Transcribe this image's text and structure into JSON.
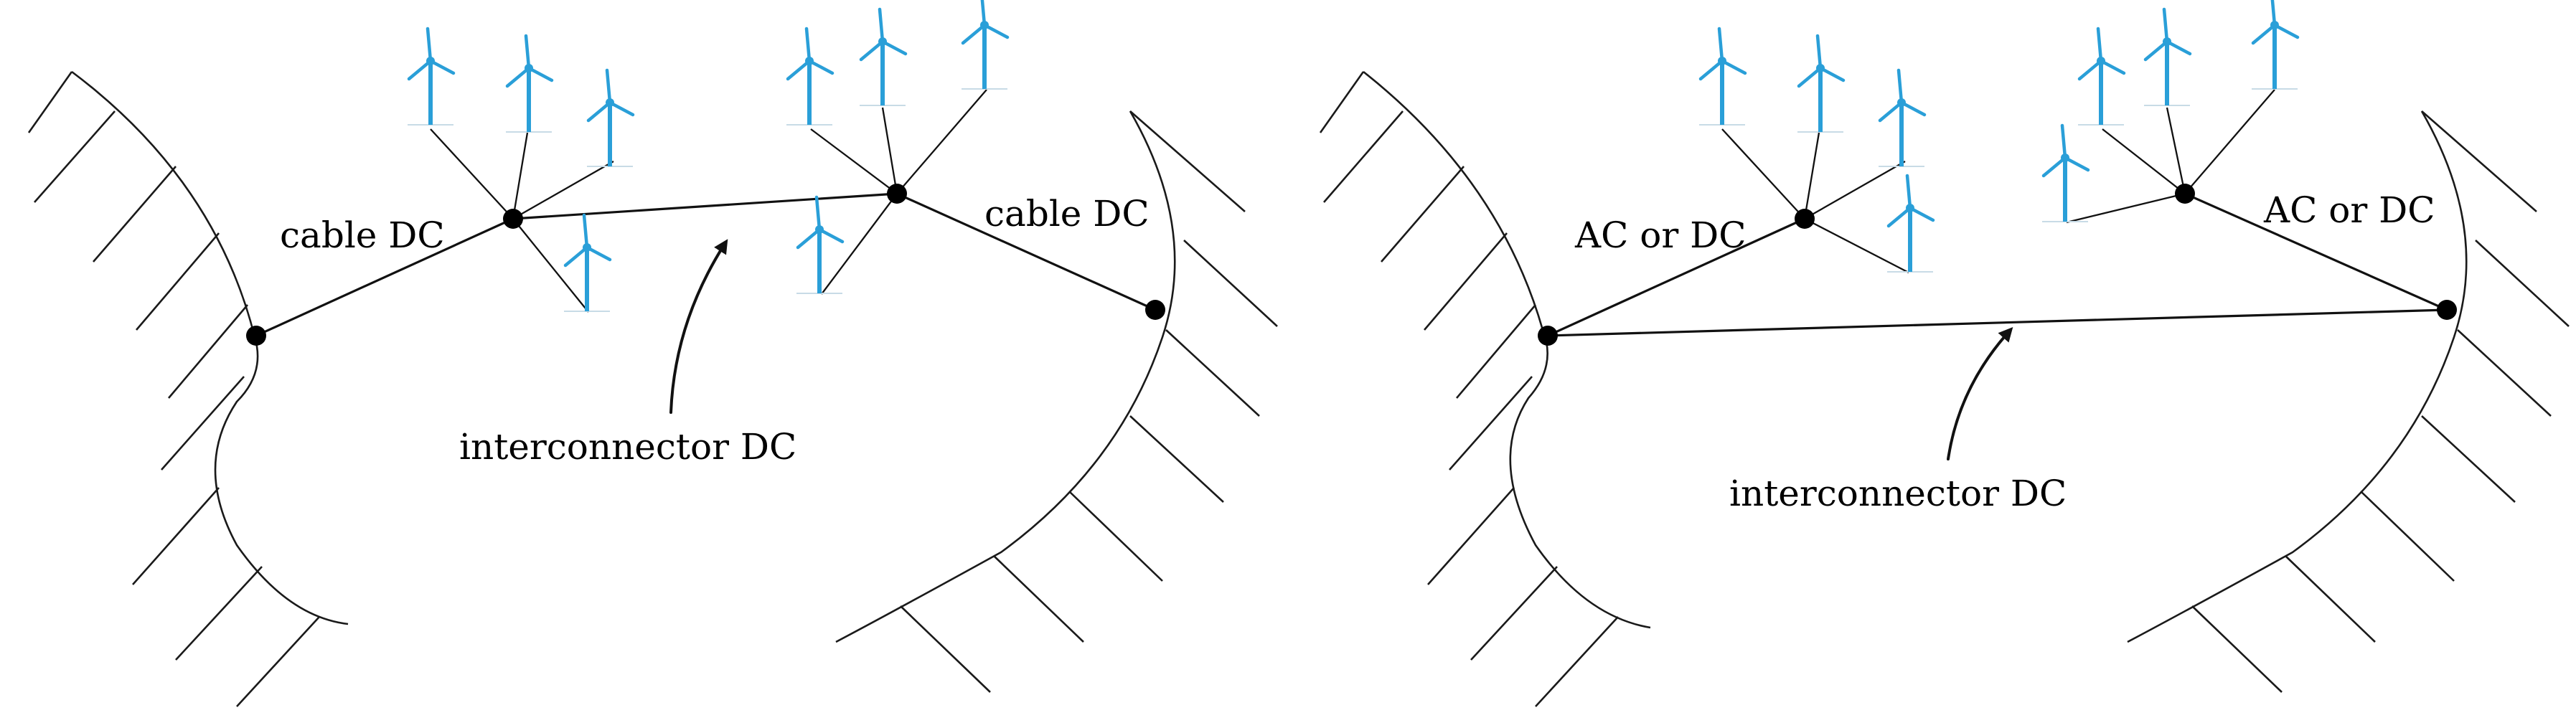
{
  "labels": {
    "left_cable_left": "cable DC",
    "left_cable_right": "cable DC",
    "left_interconnector": "interconnector DC",
    "right_link_left": "AC or DC",
    "right_link_right": "AC or DC",
    "right_interconnector": "interconnector DC"
  },
  "icons": {
    "turbine": "wind-turbine-icon",
    "node": "connection-node-icon"
  },
  "colors": {
    "turbine": "#2a9fd8",
    "lines": "#111111"
  }
}
